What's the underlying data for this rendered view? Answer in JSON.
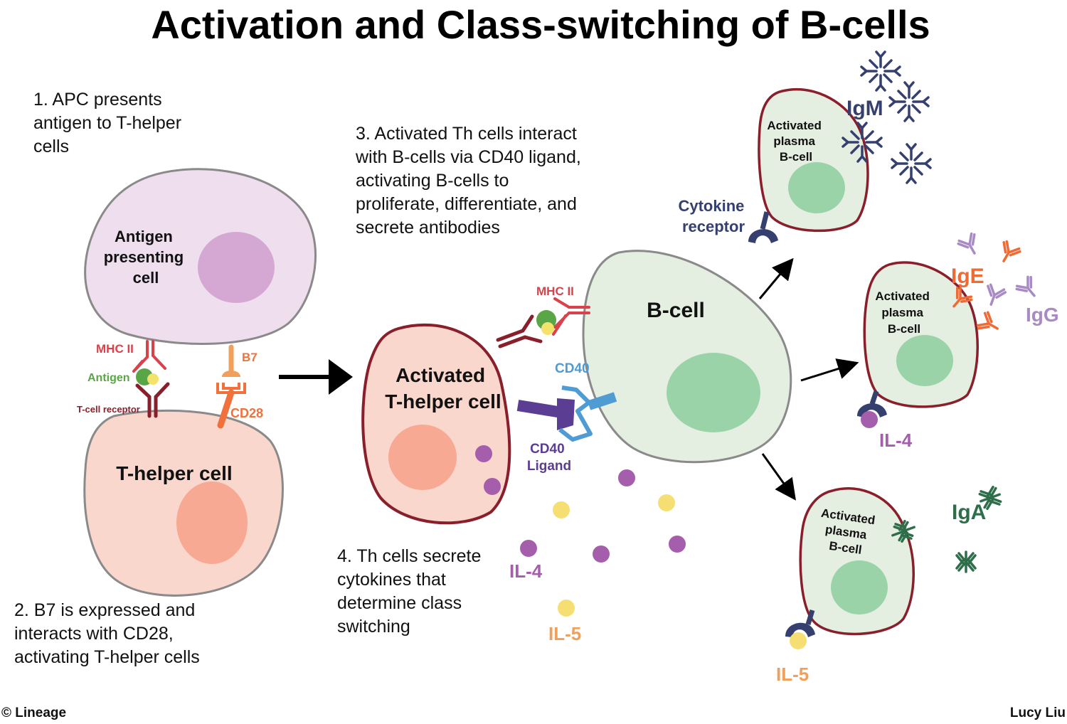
{
  "title": "Activation and Class-switching of B-cells",
  "steps": {
    "step1": [
      "1. APC presents",
      "antigen to T-helper",
      "cells"
    ],
    "step2": [
      "2. B7 is expressed and",
      "interacts with CD28,",
      "activating T-helper cells"
    ],
    "step3": [
      "3. Activated Th cells interact",
      "with B-cells via CD40 ligand,",
      "activating B-cells to",
      "proliferate, differentiate, and",
      "secrete antibodies"
    ],
    "step4": [
      "4. Th cells secrete",
      "cytokines that",
      "determine class",
      "switching"
    ]
  },
  "cells": {
    "apc": [
      "Antigen",
      "presenting",
      "cell"
    ],
    "th": "T-helper cell",
    "activated_th": [
      "Activated",
      "T-helper cell"
    ],
    "bcell": "B-cell",
    "plasma": [
      "Activated",
      "plasma",
      "B-cell"
    ]
  },
  "molecules": {
    "mhc2": "MHC II",
    "antigen": "Antigen",
    "tcr": "T-cell receptor",
    "b7": "B7",
    "cd28": "CD28",
    "cd40": "CD40",
    "cd40_ligand": [
      "CD40",
      "Ligand"
    ],
    "cytokine_receptor": [
      "Cytokine",
      "receptor"
    ],
    "il4": "IL-4",
    "il5": "IL-5",
    "igm": "IgM",
    "ige": "IgE",
    "igg": "IgG",
    "iga": "IgA"
  },
  "credits": {
    "left": "© Lineage",
    "right": "Lucy Liu"
  },
  "colors": {
    "apc_fill": "#efdfee",
    "apc_nucleus": "#d5a8d3",
    "th_fill": "#fad7cd",
    "th_nucleus": "#f7a993",
    "bcell_fill": "#e4efe2",
    "bcell_nucleus": "#9bd3a8",
    "mhc": "#d9414b",
    "tcr": "#8a1f2c",
    "antigen": "#5aa546",
    "antigen_peptide": "#f4e26a",
    "b7_cd28": "#f0713b",
    "cd40": "#4f9bd3",
    "cd40l": "#5b3e93",
    "il4": "#a45eab",
    "il5": "#f6df72",
    "igm": "#35406f",
    "ige": "#ef6a34",
    "igg": "#a88ac5",
    "iga": "#2f6e4b"
  }
}
